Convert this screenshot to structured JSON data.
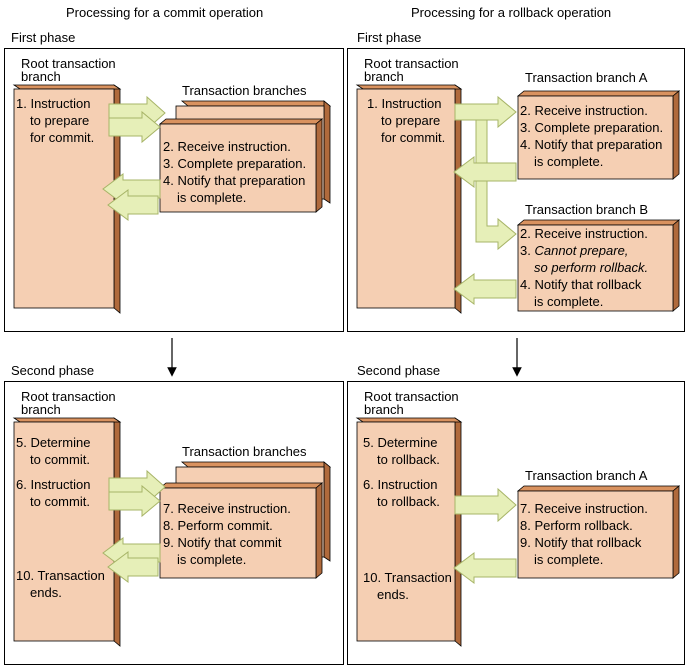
{
  "columns": {
    "left_title": "Processing for a commit operation",
    "right_title": "Processing for a rollback operation"
  },
  "commit": {
    "phase1": {
      "label": "First phase",
      "root_label": [
        "Root transaction",
        "branch"
      ],
      "root_steps": [
        "1. Instruction",
        "to prepare",
        "for commit."
      ],
      "branches_label": "Transaction branches",
      "branch_steps": [
        "2. Receive instruction.",
        "3. Complete preparation.",
        "4. Notify that preparation",
        "is complete."
      ]
    },
    "phase2": {
      "label": "Second phase",
      "root_label": [
        "Root transaction",
        "branch"
      ],
      "root_steps": [
        "5. Determine",
        "to commit.",
        "6. Instruction",
        "to commit.",
        "10. Transaction",
        "ends."
      ],
      "branches_label": "Transaction branches",
      "branch_steps": [
        "7. Receive instruction.",
        "8. Perform commit.",
        "9. Notify that commit",
        "is complete."
      ]
    }
  },
  "rollback": {
    "phase1": {
      "label": "First phase",
      "root_label": [
        "Root transaction",
        "branch"
      ],
      "root_steps": [
        "1. Instruction",
        "to prepare",
        "for commit."
      ],
      "branch_a_label": "Transaction branch A",
      "branch_a_steps": [
        "2. Receive instruction.",
        "3. Complete preparation.",
        "4. Notify that preparation",
        "is complete."
      ],
      "branch_b_label": "Transaction branch B",
      "branch_b_steps": [
        "2. Receive instruction.",
        "3. Cannot prepare,",
        "so perform rollback.",
        "4. Notify that rollback",
        "is complete."
      ]
    },
    "phase2": {
      "label": "Second phase",
      "root_label": [
        "Root transaction",
        "branch"
      ],
      "root_steps": [
        "5. Determine",
        "to rollback.",
        "6. Instruction",
        "to rollback.",
        "10. Transaction",
        "ends."
      ],
      "branch_a_label": "Transaction branch A",
      "branch_a_steps": [
        "7. Receive instruction.",
        "8. Perform rollback.",
        "9. Notify that rollback",
        "is complete."
      ]
    }
  },
  "colors": {
    "box_fill": "#f5cfb3",
    "box_side": "#b06a3c",
    "box_top": "#d9925f",
    "arrow_fill": "#e6efb8",
    "arrow_stroke": "#a7b467"
  }
}
